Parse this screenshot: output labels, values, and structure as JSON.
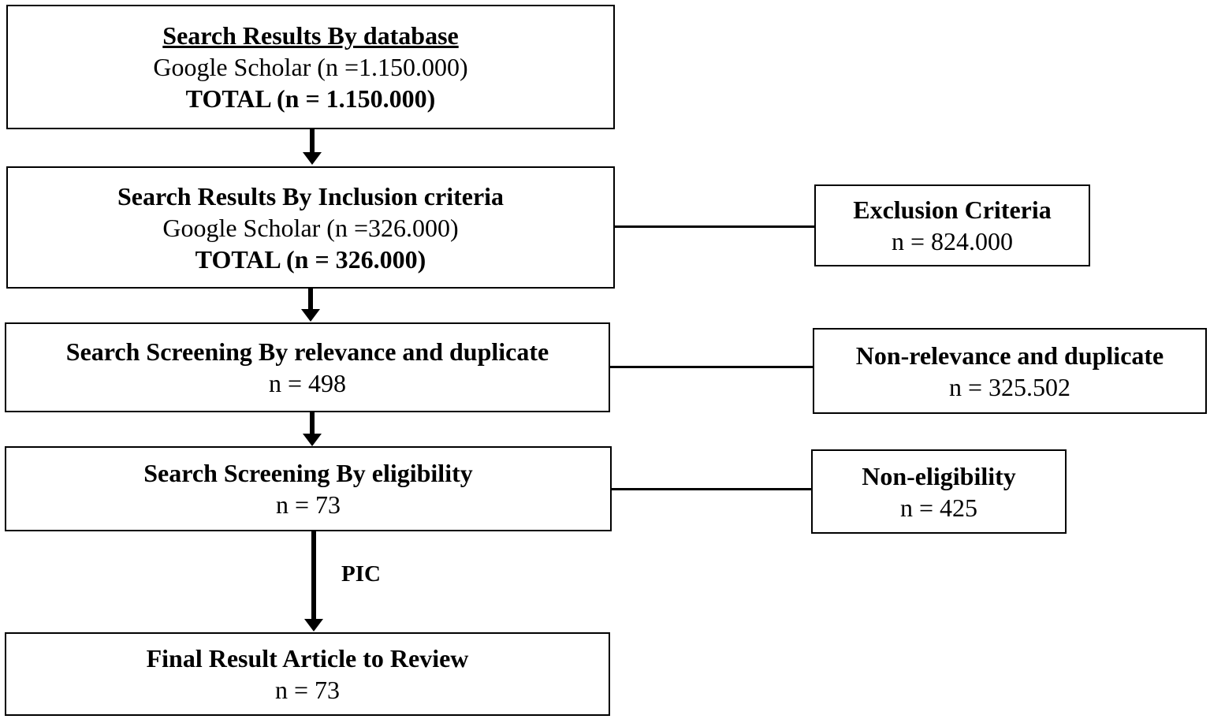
{
  "boxes": {
    "database": {
      "heading": "Search Results By database",
      "source": "Google Scholar (n =1.150.000)",
      "total": "TOTAL (n = 1.150.000)"
    },
    "inclusion": {
      "heading": "Search Results By Inclusion criteria",
      "source": "Google Scholar (n =326.000)",
      "total": "TOTAL (n = 326.000)"
    },
    "relevance": {
      "heading": "Search Screening By relevance and duplicate",
      "count": "n = 498"
    },
    "eligibility": {
      "heading": "Search Screening By eligibility",
      "count": "n = 73"
    },
    "final": {
      "heading": "Final Result Article to Review",
      "count": "n = 73"
    },
    "exclusion": {
      "heading": "Exclusion Criteria",
      "count": "n = 824.000"
    },
    "non_relevance": {
      "heading": "Non-relevance and duplicate",
      "count": "n = 325.502"
    },
    "non_eligibility": {
      "heading": "Non-eligibility",
      "count": "n = 425"
    }
  },
  "edges": {
    "pic_label": "PIC"
  }
}
